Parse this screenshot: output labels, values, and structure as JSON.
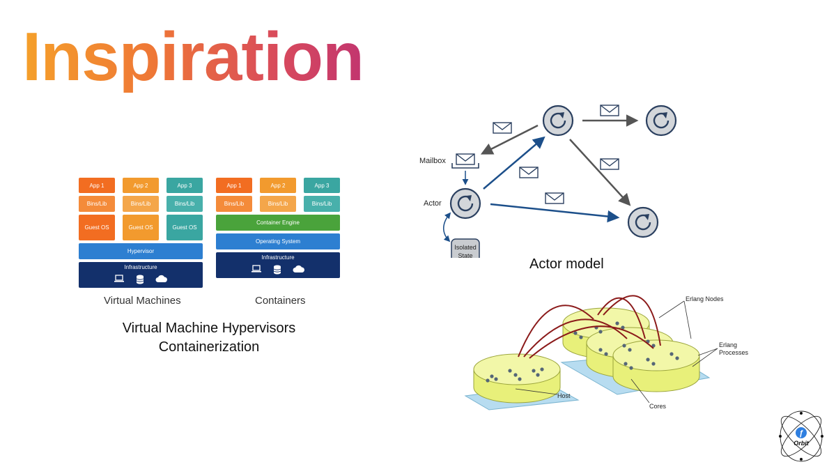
{
  "slide": {
    "title": "Inspiration"
  },
  "vm_diagram": {
    "vm_apps": [
      "App 1",
      "App 2",
      "App 3"
    ],
    "vm_bins": [
      "Bins/Lib",
      "Bins/Lib",
      "Bins/Lib"
    ],
    "vm_guest": [
      "Guest OS",
      "Guest OS",
      "Guest OS"
    ],
    "hypervisor": "Hypervisor",
    "infrastructure_left": "Infrastructure",
    "ct_apps": [
      "App 1",
      "App 2",
      "App 3"
    ],
    "ct_bins": [
      "Bins/Lib",
      "Bins/Lib",
      "Bins/Lib"
    ],
    "container_engine": "Container Engine",
    "operating_system": "Operating System",
    "infrastructure_right": "Infrastructure",
    "caption_left": "Virtual Machines",
    "caption_right": "Containers",
    "icons": [
      "laptop-icon",
      "database-icon",
      "cloud-icon"
    ]
  },
  "subtitle": {
    "line1": "Virtual Machine Hypervisors",
    "line2": "Containerization"
  },
  "actor_diagram": {
    "mailbox_label": "Mailbox",
    "actor_label": "Actor",
    "isolated_state_line1": "Isolated",
    "isolated_state_line2": "State",
    "caption": "Actor model"
  },
  "erlang_diagram": {
    "erlang_nodes": "Erlang Nodes",
    "erlang_processes_line1": "Erlang",
    "erlang_processes_line2": "Processes",
    "host": "Host",
    "cores": "Cores"
  },
  "logo": {
    "text": "Orbit"
  },
  "colors": {
    "app": "#f26d21",
    "app_mid": "#f29a2e",
    "app_right": "#3aa6a1",
    "bins": "#f48b3a",
    "guest": "#f26d21",
    "hypervisor": "#2d7fd1",
    "infrastructure": "#13306b",
    "container_engine": "#4aa33b",
    "operating_system": "#2d7fd1",
    "arrow_blue": "#1c4f8a",
    "arrow_gray": "#555555"
  }
}
